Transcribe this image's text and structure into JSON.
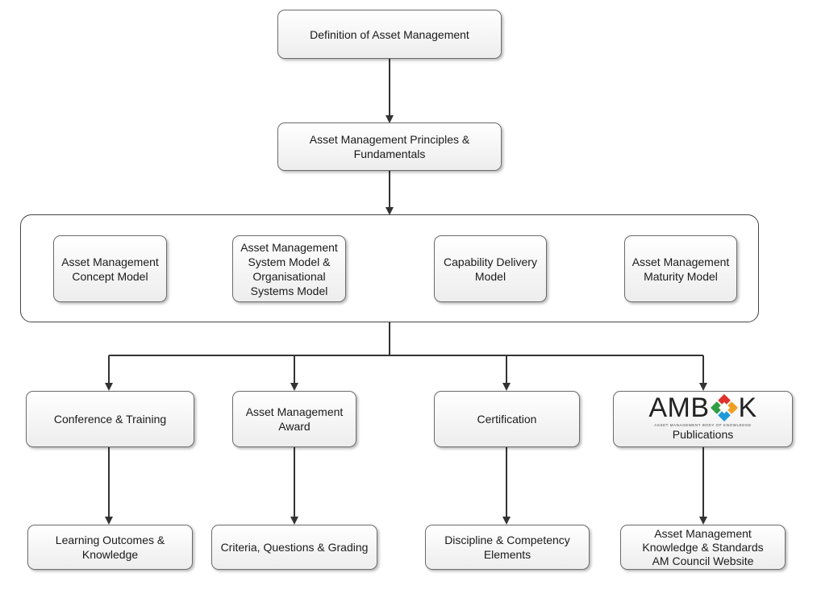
{
  "top": {
    "definition": "Definition of Asset Management",
    "principles": [
      "Asset Management Principles &",
      "Fundamentals"
    ]
  },
  "models": [
    {
      "lines": [
        "Asset Management",
        "Concept Model"
      ]
    },
    {
      "lines": [
        "Asset Management",
        "System Model &",
        "Organisational",
        "Systems Model"
      ]
    },
    {
      "lines": [
        "Capability Delivery",
        "Model"
      ]
    },
    {
      "lines": [
        "Asset Management",
        "Maturity Model"
      ]
    }
  ],
  "branches": [
    {
      "lines": [
        "Conference & Training"
      ]
    },
    {
      "lines": [
        "Asset Management",
        "Award"
      ]
    },
    {
      "lines": [
        "Certification"
      ]
    },
    {
      "lines": [
        "Publications"
      ]
    }
  ],
  "logo": {
    "left": "AMB",
    "right": "K",
    "tagline": "ASSET MANAGEMENT BODY OF KNOWLEDGE",
    "colors": [
      "#e0312c",
      "#f0a020",
      "#1f9bd7",
      "#2f9e44"
    ]
  },
  "outputs": [
    {
      "lines": [
        "Learning Outcomes &",
        "Knowledge"
      ]
    },
    {
      "lines": [
        "Criteria, Questions & Grading"
      ]
    },
    {
      "lines": [
        "Discipline & Competency",
        "Elements"
      ]
    },
    {
      "lines": [
        "Asset Management",
        "Knowledge & Standards",
        "AM Council Website"
      ]
    }
  ],
  "colors": {
    "border": "#6b6b6b",
    "arrow": "#333333",
    "fill_top": "#ffffff",
    "fill_bottom": "#ededed"
  }
}
